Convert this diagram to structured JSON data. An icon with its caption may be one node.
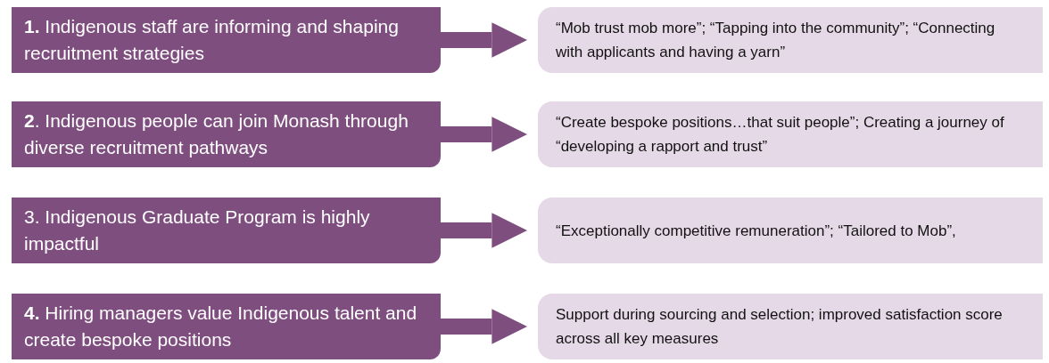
{
  "diagram": {
    "nodes": [
      {
        "text": [
          "**1.** Indigenous staff are informing and shaping recruitment strategies"
        ]
      },
      {
        "text": [
          "“Mob trust mob more”; “Tapping into the community”; “Connecting with applicants and having a yarn”"
        ]
      },
      {
        "text": [
          "**2**. Indigenous people can join Monash through diverse recruitment pathways"
        ]
      },
      {
        "text": [
          "“Create bespoke positions…that suit people”; Creating a journey of “developing a rapport and trust”"
        ]
      },
      {
        "text": [
          "3. Indigenous Graduate Program is highly impactful"
        ]
      },
      {
        "text": [
          "“Exceptionally competitive remuneration”; “Tailored to Mob”,"
        ]
      },
      {
        "text": [
          "**4.** Hiring managers value Indigenous talent and create bespoke positions"
        ]
      },
      {
        "text": [
          "Support during sourcing and selection; improved satisfaction score across all key measures"
        ]
      }
    ],
    "edges": [
      {
        "from": 0,
        "to": 1,
        "arrow": "to"
      },
      {
        "from": 2,
        "to": 3,
        "arrow": "to"
      },
      {
        "from": 4,
        "to": 5,
        "arrow": "to"
      },
      {
        "from": 6,
        "to": 7,
        "arrow": "to"
      }
    ]
  }
}
